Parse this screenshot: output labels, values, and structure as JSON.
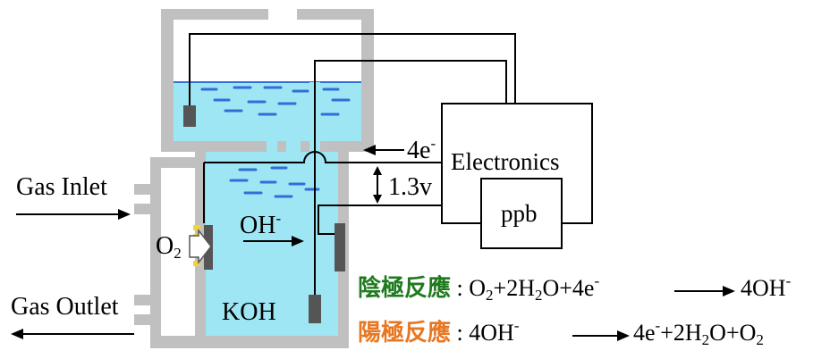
{
  "labels": {
    "gas_inlet": "Gas Inlet",
    "gas_outlet": "Gas Outlet",
    "electrolyte": "KOH",
    "hydroxide": "OH",
    "hydroxide_charge": "-",
    "oxygen": "O",
    "oxygen_sub": "2",
    "electrons": "4e",
    "electrons_charge": "-",
    "voltage": "1.3v",
    "electronics": "Electronics",
    "ppb": "ppb"
  },
  "reactions": {
    "cathode": {
      "name": "陰極反應",
      "color": "#1f7a1f",
      "colon": ":",
      "parts": [
        "O",
        "2",
        "+2H",
        "2",
        "O+4e",
        "-",
        "4OH",
        "-"
      ]
    },
    "anode": {
      "name": "陽極反應",
      "color": "#e87722",
      "colon": ":",
      "parts": [
        "4OH",
        "-",
        "4e",
        "-",
        "+2H",
        "2",
        "O+O",
        "2"
      ]
    }
  },
  "colors": {
    "wall": "#c0c0c0",
    "electrolyte": "#9fe6f4",
    "bubble": "#2f6fd6",
    "electrode": "#555555",
    "membrane": "#f2d43a"
  }
}
